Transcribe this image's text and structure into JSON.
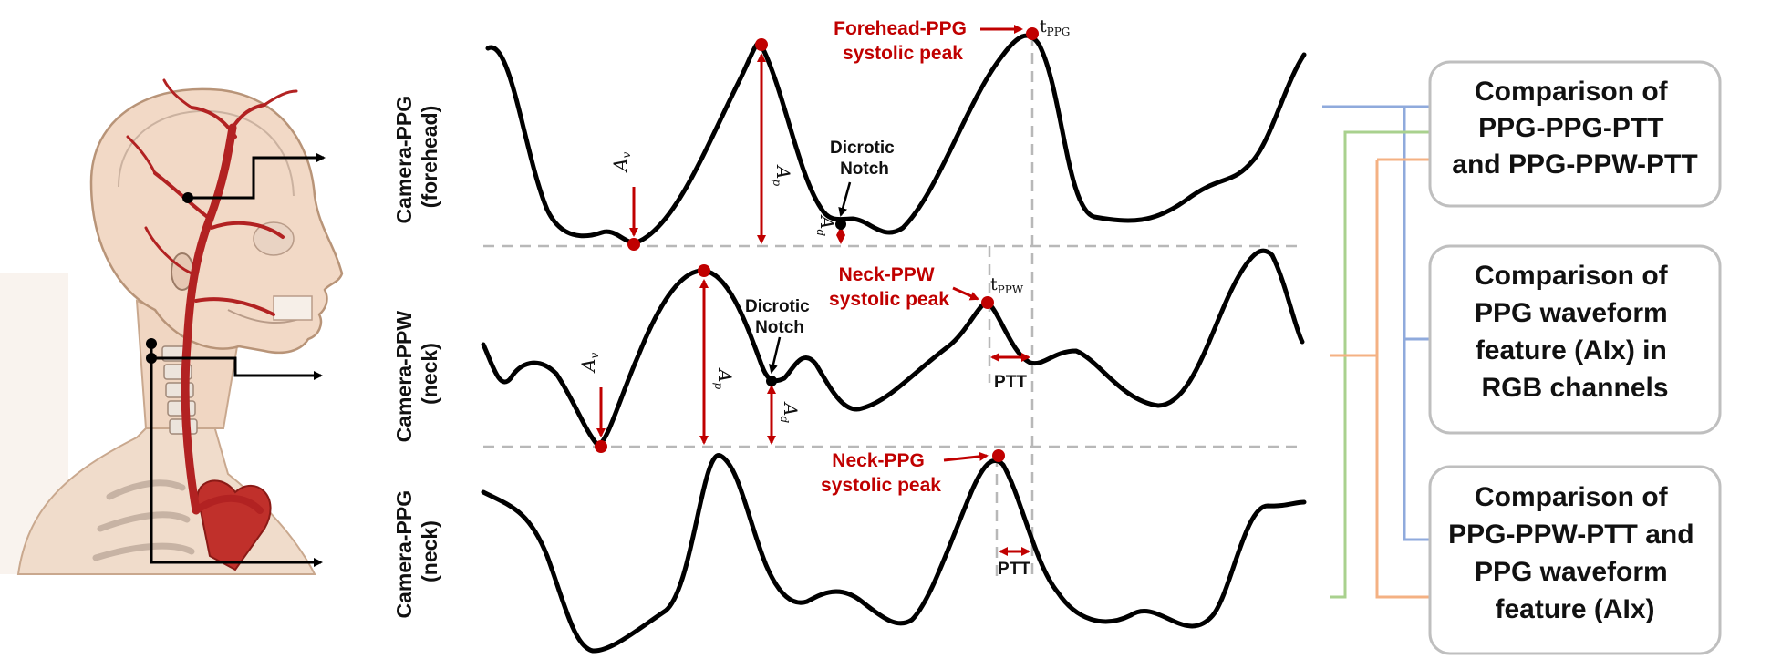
{
  "left_labels": {
    "forehead_ppg": [
      "Camera-PPG",
      "(forehead)"
    ],
    "neck_ppw": [
      "Camera-PPW",
      "(neck)"
    ],
    "neck_ppg": [
      "Camera-PPG",
      "(neck)"
    ]
  },
  "annotations": {
    "forehead_peak": [
      "Forehead-PPG",
      "systolic peak"
    ],
    "neck_ppw_peak": [
      "Neck-PPW",
      "systolic peak"
    ],
    "neck_ppg_peak": [
      "Neck-PPG",
      "systolic peak"
    ],
    "dicrotic_notch": [
      "Dicrotic",
      "Notch"
    ],
    "ptt": "PTT",
    "t_ppg": {
      "main": "t",
      "sub": "PPG"
    },
    "t_ppw": {
      "main": "t",
      "sub": "PPW"
    },
    "a_v": {
      "main": "A",
      "sub": "v"
    },
    "a_p": {
      "main": "A",
      "sub": "p"
    },
    "a_d": {
      "main": "A",
      "sub": "d"
    }
  },
  "comparison_boxes": [
    [
      "Comparison of",
      "PPG-PPG-PTT",
      "and PPG-PPW-PTT"
    ],
    [
      "Comparison of",
      "PPG waveform",
      "feature (AIx) in",
      "RGB channels"
    ],
    [
      "Comparison of",
      "PPG-PPW-PTT and",
      "PPG waveform",
      "feature (AIx)"
    ]
  ],
  "colors": {
    "waveform": "#000000",
    "marker": "#c00000",
    "guide": "#b8b8b8",
    "connector_blue": "#8faadc",
    "connector_green": "#a9d18e",
    "connector_orange": "#f4b183",
    "box_border": "#bfbfbf",
    "skin": "#f2d9c6",
    "artery": "#b22222"
  },
  "icons": {
    "anatomy": "head-neck-arteries-illustration"
  }
}
